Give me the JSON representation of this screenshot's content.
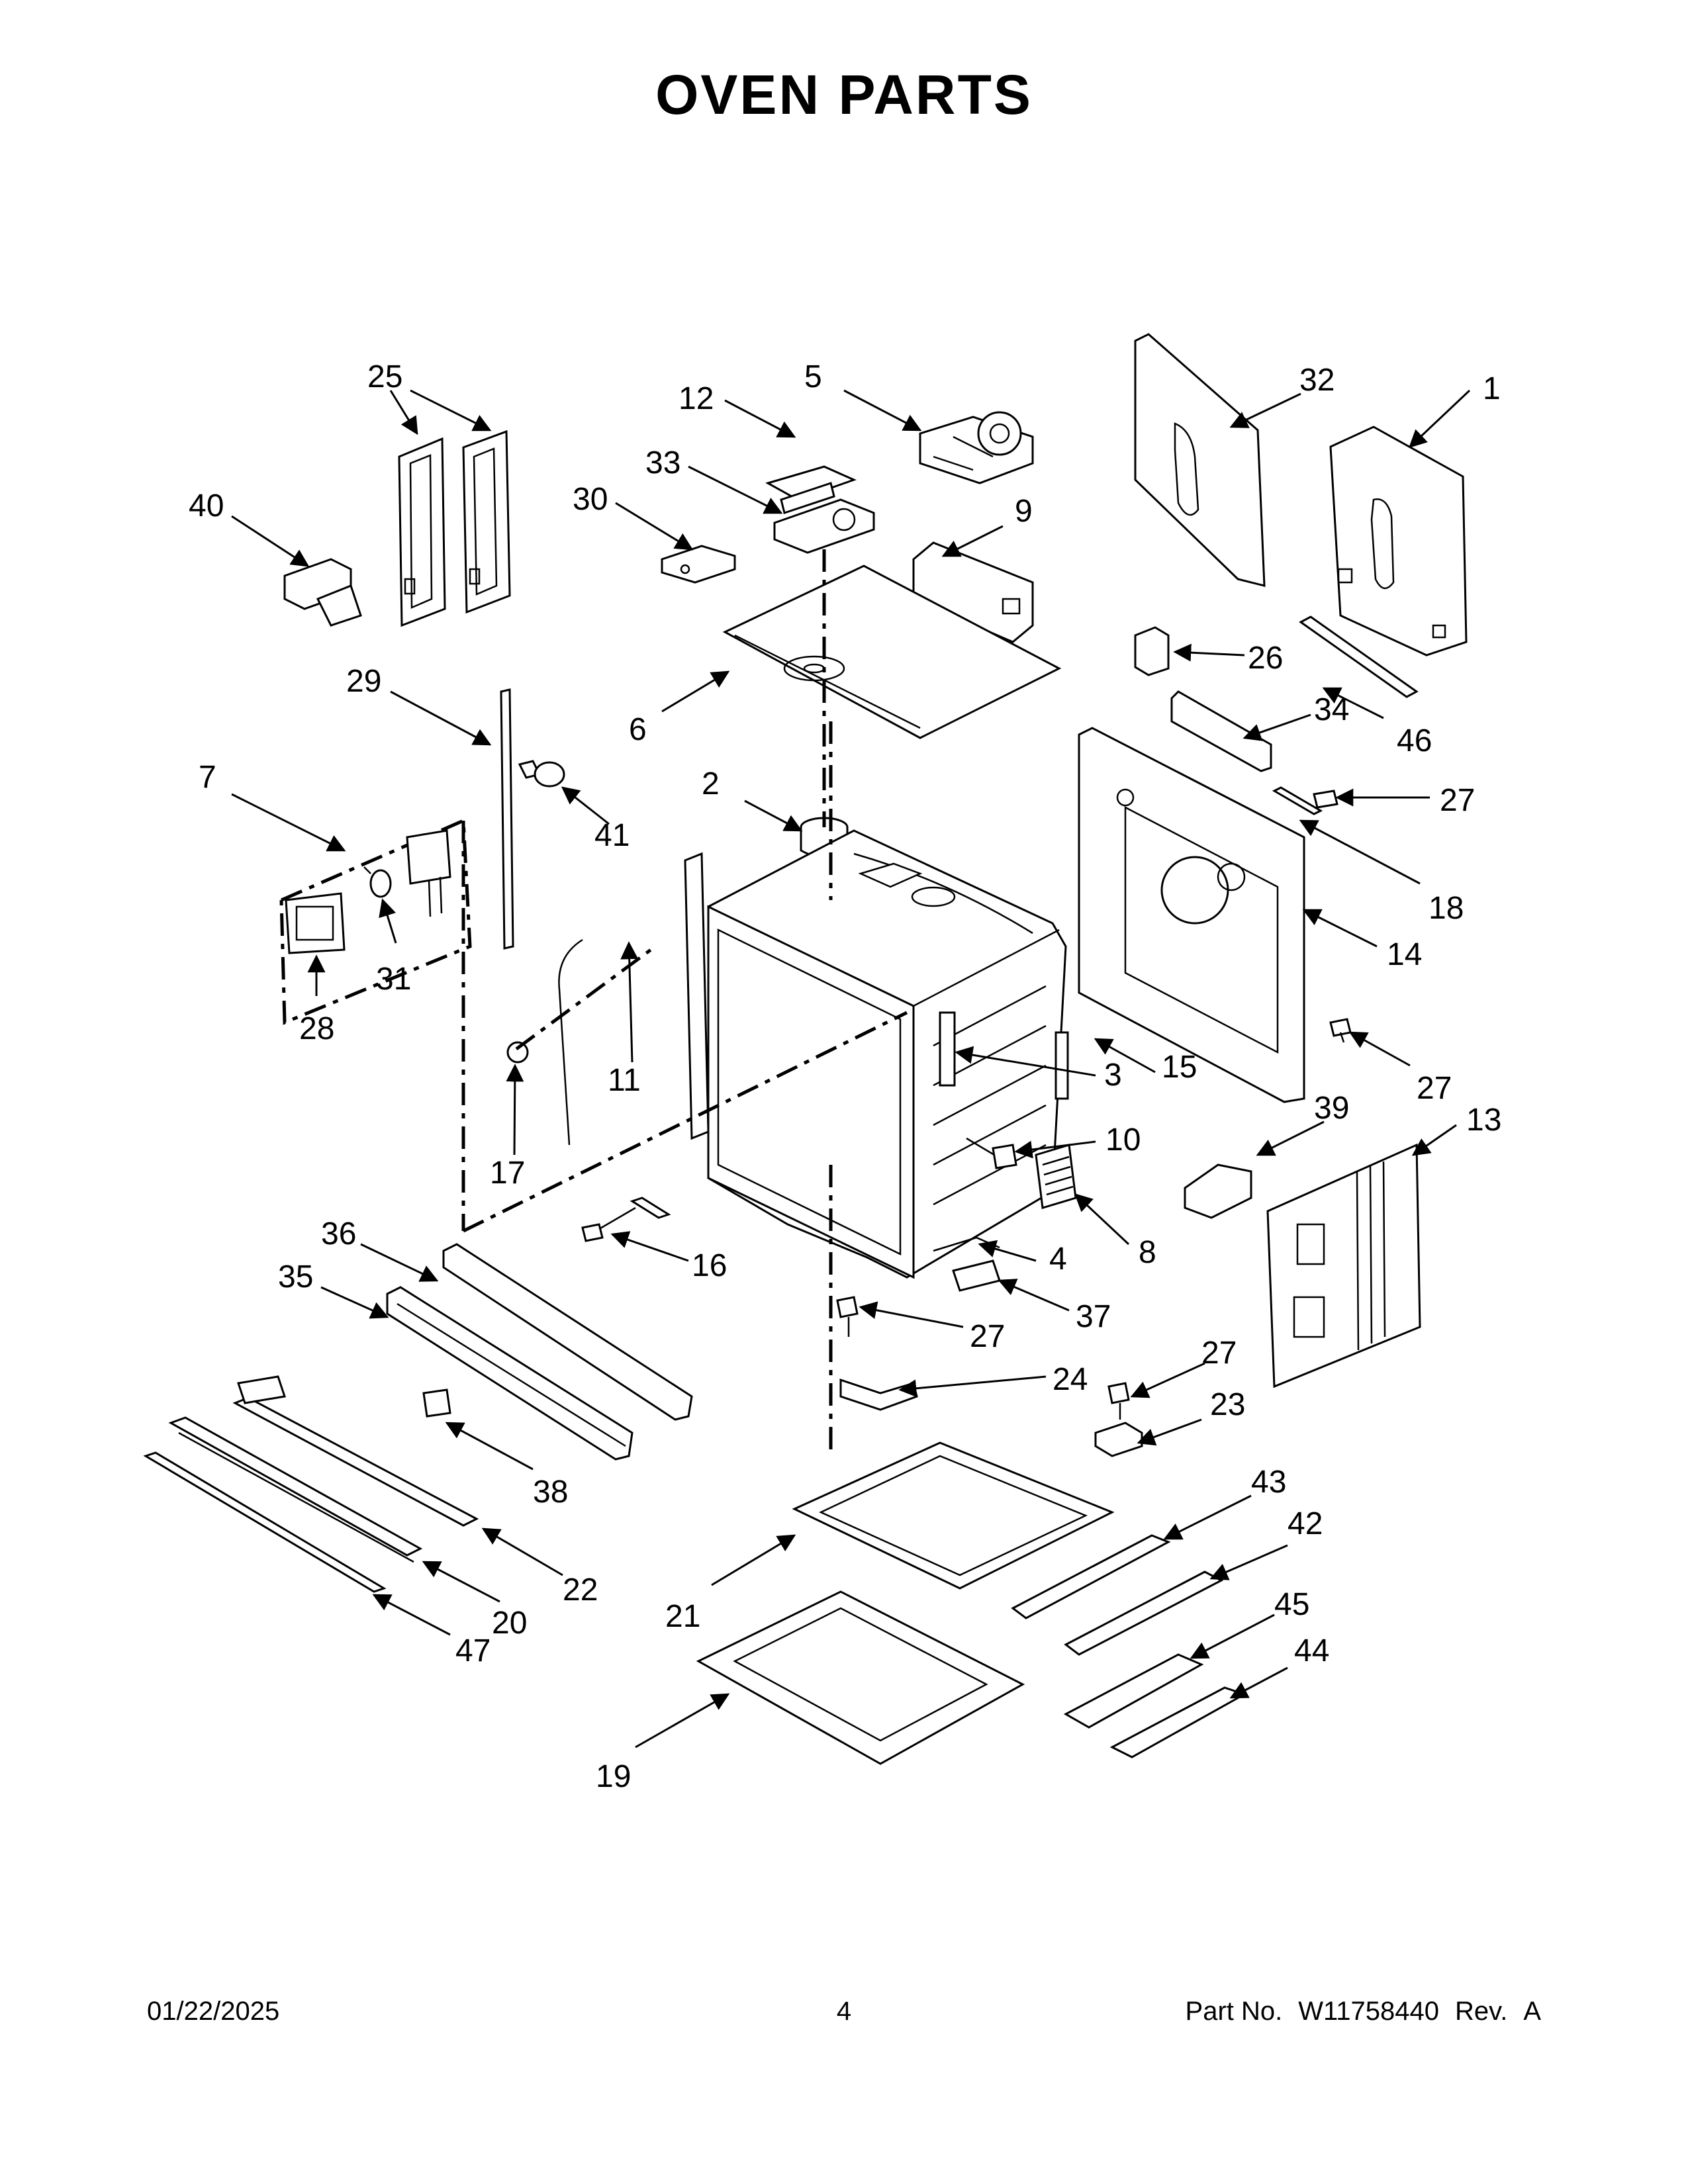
{
  "title": "OVEN PARTS",
  "footer": {
    "date": "01/22/2025",
    "page": "4",
    "part_label": "Part No.",
    "part_number": "W11758440",
    "rev_label": "Rev.",
    "rev": "A"
  },
  "callouts": [
    "1",
    "2",
    "3",
    "4",
    "5",
    "6",
    "7",
    "8",
    "9",
    "10",
    "11",
    "12",
    "13",
    "14",
    "15",
    "16",
    "17",
    "18",
    "19",
    "20",
    "21",
    "22",
    "23",
    "24",
    "25",
    "26",
    "27",
    "27",
    "27",
    "27",
    "28",
    "29",
    "30",
    "31",
    "32",
    "33",
    "34",
    "35",
    "36",
    "37",
    "38",
    "39",
    "40",
    "41",
    "42",
    "43",
    "44",
    "45",
    "46",
    "47"
  ]
}
